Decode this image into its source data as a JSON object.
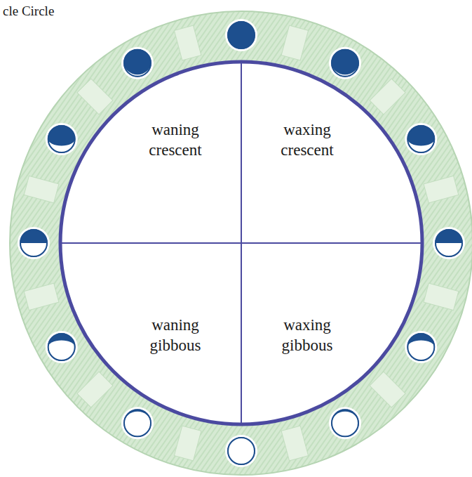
{
  "diagram": {
    "labels": [
      "cle Circle",
      "waning crescent",
      "waxing crescent",
      "waning gibbous",
      "waxing gibbous"
    ]
  }
}
